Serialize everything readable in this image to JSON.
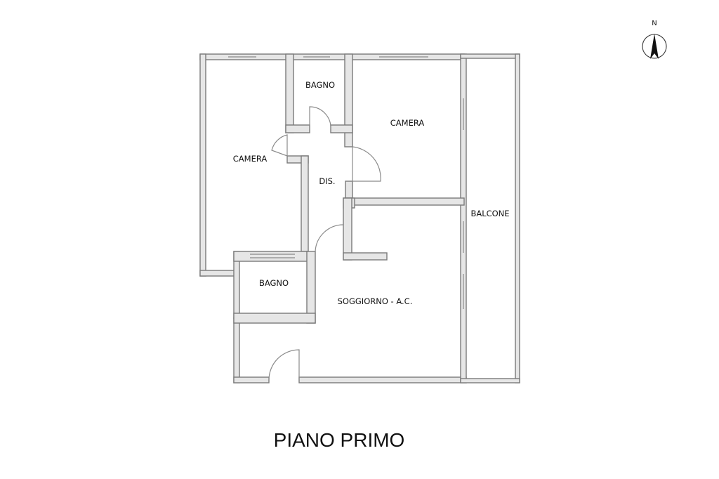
{
  "plan_title": "PIANO PRIMO",
  "north_label": "N",
  "rooms": {
    "camera_left": "CAMERA",
    "bagno_top": "BAGNO",
    "camera_right": "CAMERA",
    "disimpegno": "DIS.",
    "balcone": "BALCONE",
    "bagno_bottom": "BAGNO",
    "soggiorno": "SOGGIORNO - A.C."
  },
  "colors": {
    "wall_fill": "#e6e6e6",
    "wall_stroke": "#7a7a7a",
    "text": "#111111"
  }
}
